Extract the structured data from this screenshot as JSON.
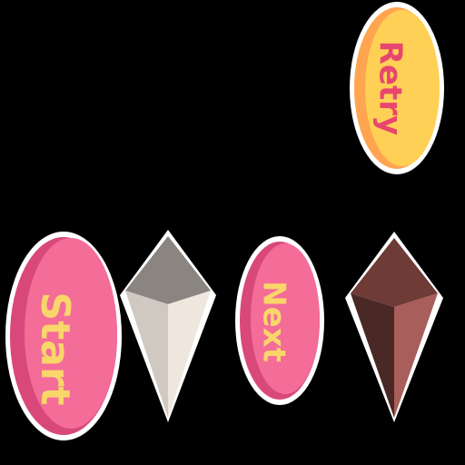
{
  "buttons": {
    "retry": {
      "label": "Retry",
      "fill": "#ffd056",
      "shade": "#ffa54f",
      "text_color": "#e8466f"
    },
    "start": {
      "label": "Start",
      "fill": "#f46c98",
      "shade": "#d9487a",
      "text_color": "#f9d66a"
    },
    "next": {
      "label": "Next",
      "fill": "#f46c98",
      "shade": "#d9487a",
      "text_color": "#f9d66a"
    }
  },
  "gems": {
    "light": {
      "icon": "diamond-crystal-light",
      "top": "#8a8581",
      "left": "#cfc9c1",
      "right": "#efe7dd"
    },
    "dark": {
      "icon": "diamond-crystal-dark",
      "top": "#6e3b37",
      "left": "#4a2826",
      "right": "#a85e5a"
    }
  },
  "outline_color": "#ffffff"
}
